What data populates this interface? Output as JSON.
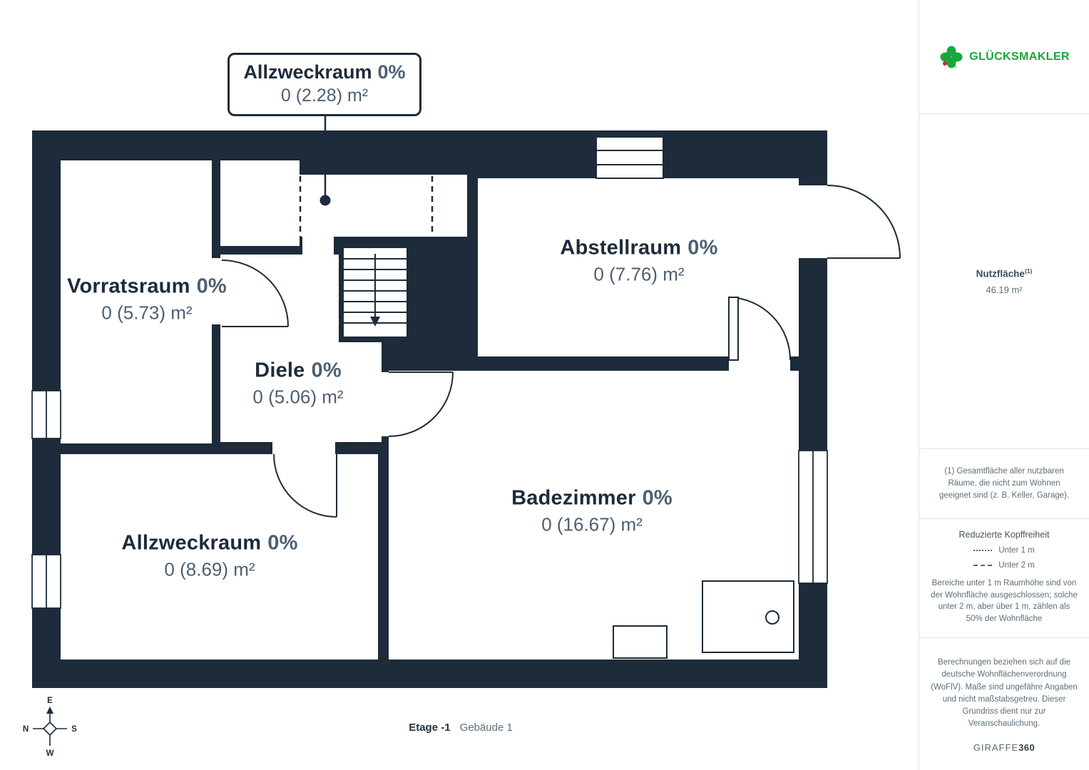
{
  "callout": {
    "name": "Allzweckraum",
    "pct": "0%",
    "area": "0 (2.28) m²"
  },
  "rooms": [
    {
      "name": "Vorratsraum",
      "pct": "0%",
      "area": "0 (5.73) m²"
    },
    {
      "name": "Abstellraum",
      "pct": "0%",
      "area": "0 (7.76) m²"
    },
    {
      "name": "Diele",
      "pct": "0%",
      "area": "0 (5.06) m²"
    },
    {
      "name": "Allzweckraum",
      "pct": "0%",
      "area": "0 (8.69) m²"
    },
    {
      "name": "Badezimmer",
      "pct": "0%",
      "area": "0 (16.67) m²"
    }
  ],
  "compass": {
    "top": "E",
    "left": "N",
    "right": "S",
    "bottom": "W"
  },
  "caption": {
    "floor": "Etage -1",
    "building": "Gebäude 1"
  },
  "sidebar": {
    "brand": "GLÜCKSMAKLER",
    "nutzflaeche_label": "Nutzfläche",
    "nutzflaeche_sup": "(1)",
    "nutzflaeche_value": "46.19 m²",
    "footnote": "(1) Gesamtfläche aller nutzbaren Räume, die nicht zum Wohnen geeignet sind (z. B. Keller, Garage).",
    "kopffreiheit_title": "Reduzierte Kopffreiheit",
    "legend": [
      {
        "style": "dotted",
        "label": "Unter 1 m"
      },
      {
        "style": "dashed",
        "label": "Unter 2 m"
      }
    ],
    "kopffreiheit_text": "Bereiche unter 1 m Raumhöhe sind von der Wohnfläche ausgeschlossen; solche unter 2 m, aber über 1 m, zählen als 50% der Wohnfläche",
    "berechnungen_text": "Berechnungen beziehen sich auf die deutsche Wohnflächenverordnung (WoFlV). Maße sind ungefähre Angaben und nicht maßstabsgetreu. Dieser Grundriss dient nur zur Veranschaulichung.",
    "brand_footer_regular": "GIRAFFE",
    "brand_footer_bold": "360"
  },
  "colors": {
    "wall": "#1d2b3a",
    "accent_green": "#18a63e",
    "label_muted": "#4d5f72"
  }
}
